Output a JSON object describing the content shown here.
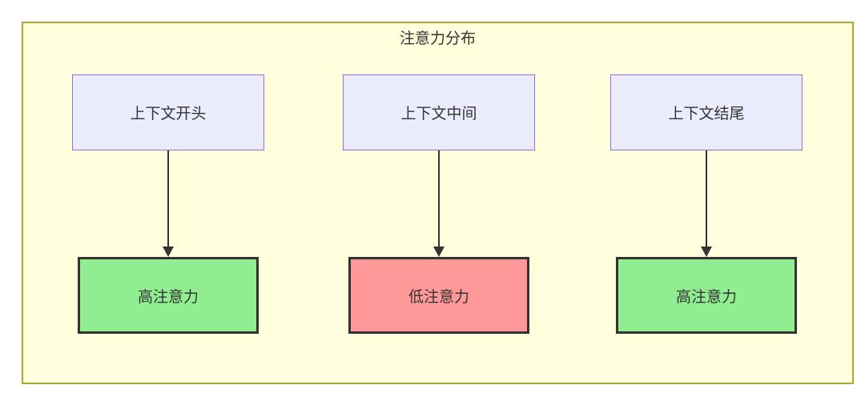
{
  "diagram": {
    "type": "flowchart",
    "cluster_title": "注意力分布",
    "columns": [
      {
        "source": "上下文开头",
        "target": "高注意力",
        "level": "high"
      },
      {
        "source": "上下文中间",
        "target": "低注意力",
        "level": "low"
      },
      {
        "source": "上下文结尾",
        "target": "高注意力",
        "level": "high"
      }
    ],
    "edges": [
      {
        "from": "上下文开头",
        "to": "高注意力"
      },
      {
        "from": "上下文中间",
        "to": "低注意力"
      },
      {
        "from": "上下文结尾",
        "to": "高注意力"
      }
    ]
  },
  "colors": {
    "cluster-fill": "#ffffde",
    "cluster-border": "#aaaa33",
    "source-fill": "#ececff",
    "source-border": "#9370db",
    "attention-high": "#90ee90",
    "attention-low": "#ff9999",
    "edge-color": "#333333",
    "text-color": "#333333"
  },
  "icons": {
    "arrowhead": "solid-triangle-down"
  }
}
